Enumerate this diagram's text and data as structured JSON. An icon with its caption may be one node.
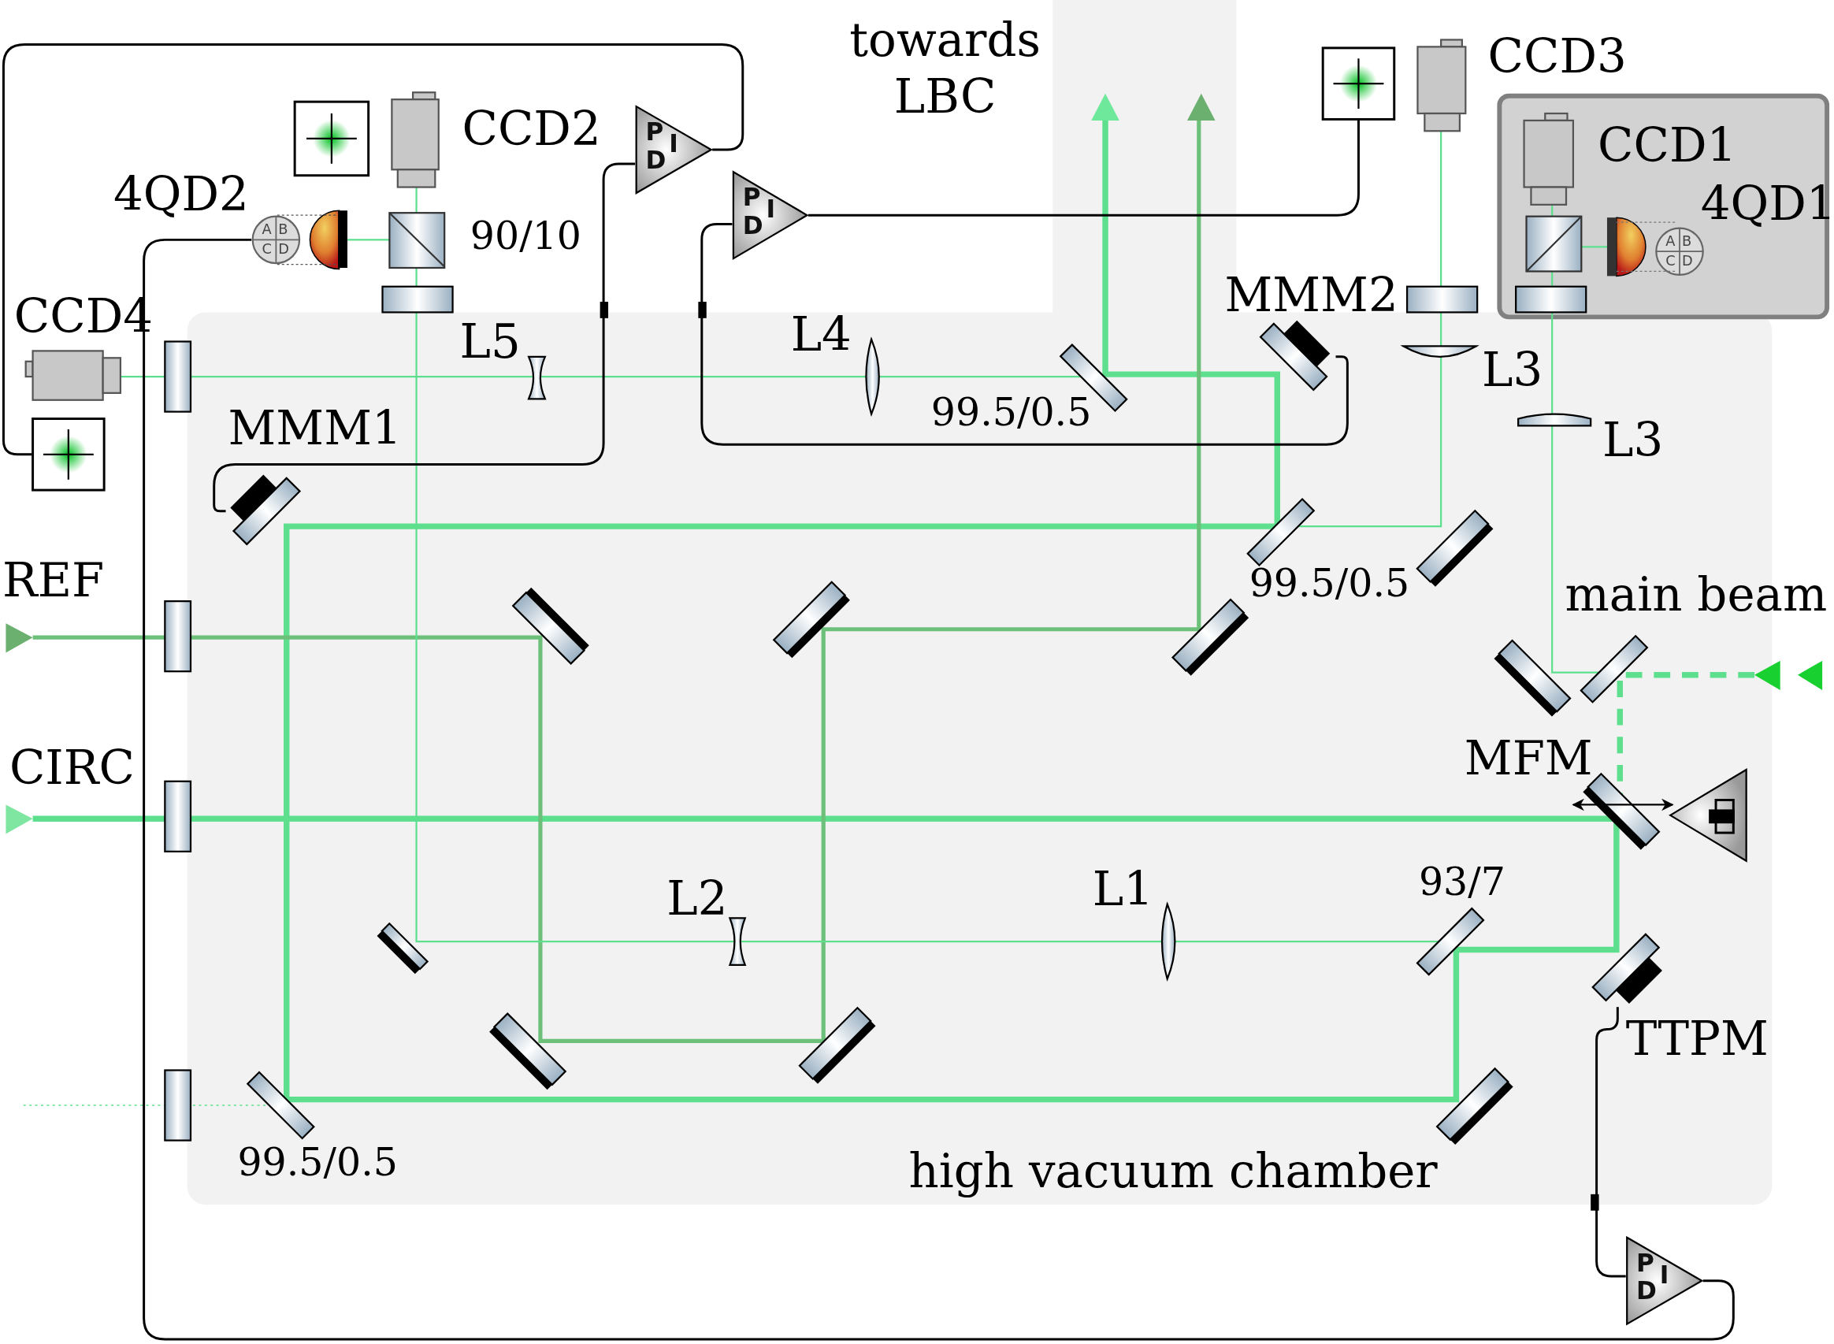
{
  "diagram": {
    "nodes": [
      {
        "text": [
          "high vacuum chamber"
        ]
      },
      {
        "text": [
          "CCD1",
          "4QD1"
        ]
      },
      {
        "text": [
          "A",
          "B",
          "C",
          "D"
        ],
        "in": 1
      },
      {
        "text": [],
        "shape": "box"
      },
      {
        "text": [],
        "shape": "box"
      },
      {
        "text": [
          "P",
          "I",
          "D"
        ]
      },
      {
        "text": [
          "P",
          "I",
          "D"
        ]
      },
      {
        "text": [
          "A",
          "B",
          "C",
          "D"
        ],
        "beside": [
          "4QD2"
        ]
      },
      {
        "text": [],
        "shape": "box",
        "in": 0,
        "beside": [
          "MMM1"
        ]
      },
      {
        "text": [],
        "shape": "box",
        "in": 0,
        "beside": [
          "MMM2"
        ]
      },
      {
        "text": [],
        "shape": "box",
        "in": 0,
        "beside": [
          "TTPM"
        ]
      },
      {
        "text": [
          "P",
          "I",
          "D"
        ]
      }
    ],
    "edges": [
      {
        "from": 3,
        "to": 5,
        "arrow": "none"
      },
      {
        "from": 5,
        "to": 8,
        "arrow": "none"
      },
      {
        "from": 4,
        "to": 6,
        "arrow": "none"
      },
      {
        "from": 6,
        "to": 9,
        "arrow": "none"
      },
      {
        "from": 7,
        "to": 11,
        "arrow": "none"
      },
      {
        "from": 11,
        "to": 10,
        "arrow": "none"
      }
    ],
    "labels": [
      "towards LBC",
      "CCD3",
      "CCD2",
      "90/10",
      "CCD4",
      "L5",
      "L4",
      "L3",
      "99.5/0.5",
      "L3",
      "REF",
      "99.5/0.5",
      "main beam",
      "CIRC",
      "MFM",
      "93/7",
      "L2",
      "L1",
      "99.5/0.5"
    ]
  }
}
